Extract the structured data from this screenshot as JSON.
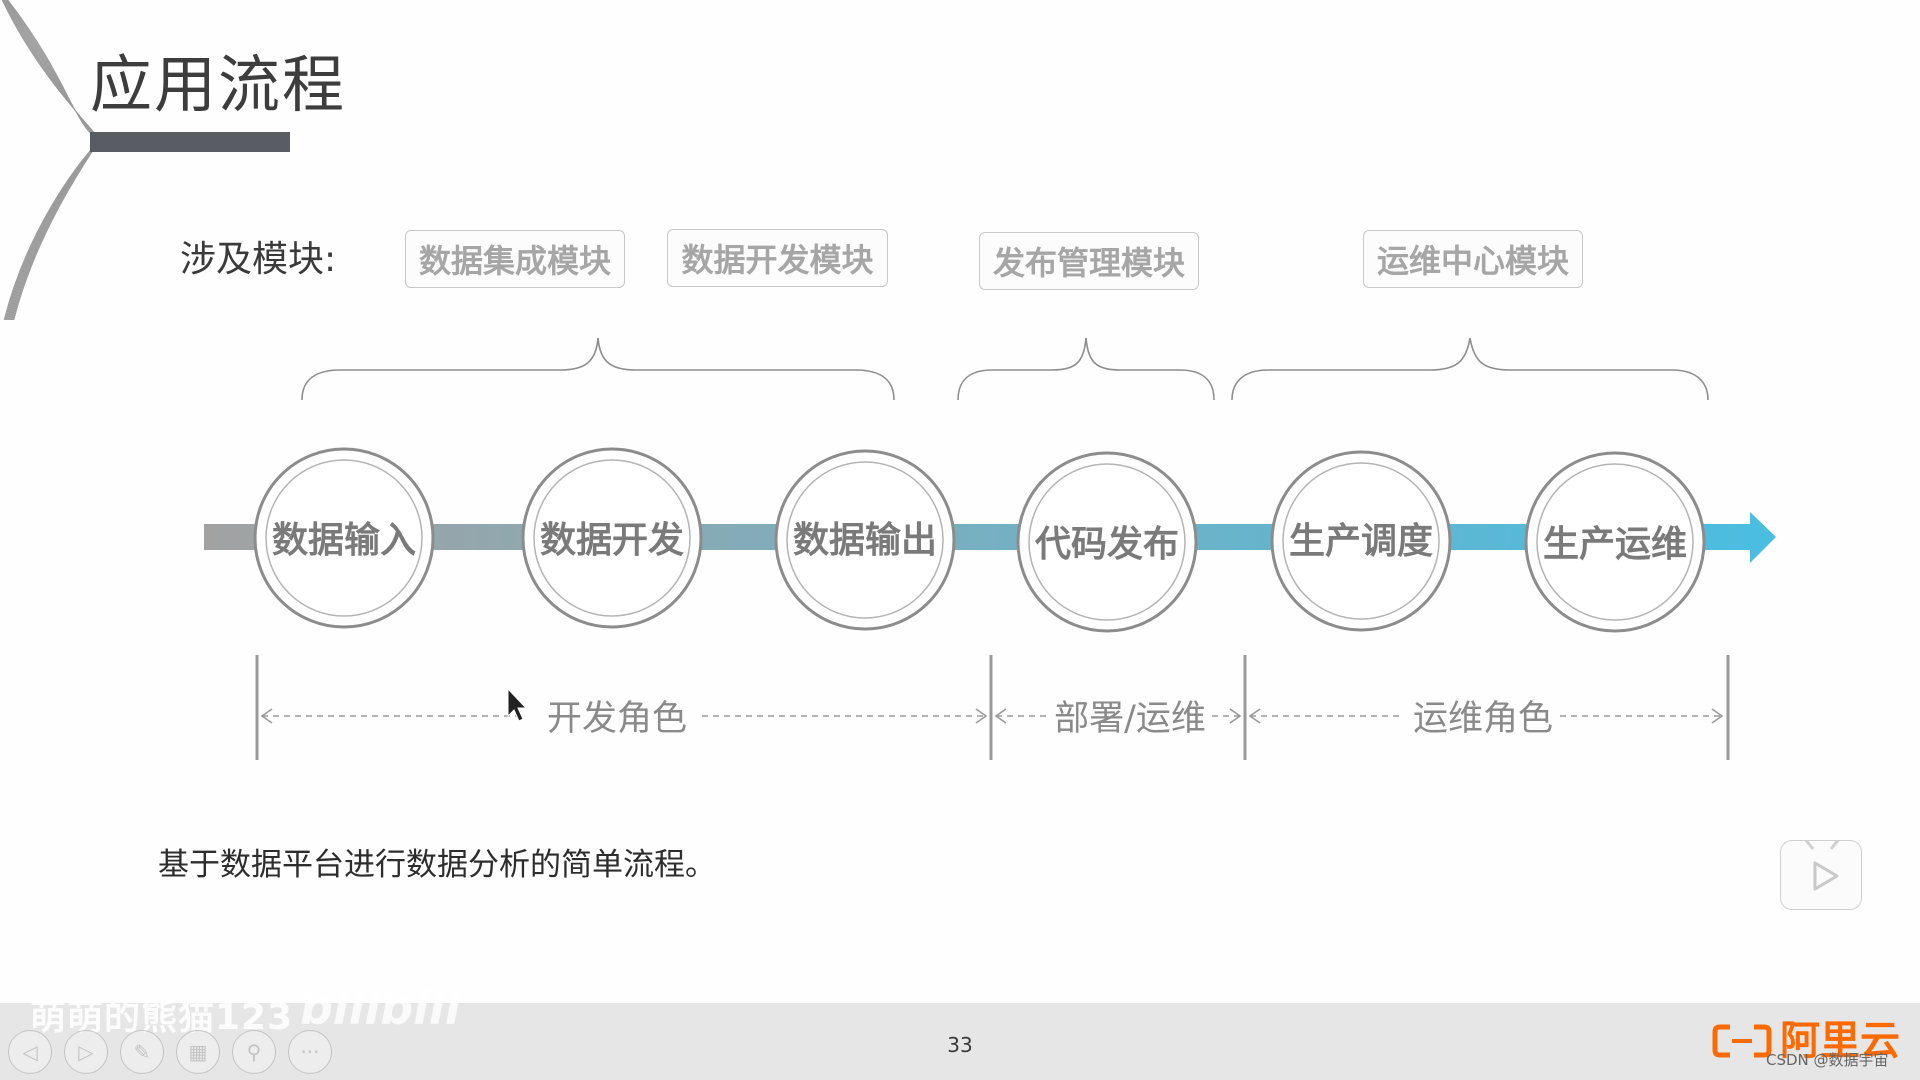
{
  "slide": {
    "title": "应用流程",
    "modules_label": "涉及模块:",
    "modules": [
      "数据集成模块",
      "数据开发模块",
      "发布管理模块",
      "运维中心模块"
    ],
    "steps": [
      "数据输入",
      "数据开发",
      "数据输出",
      "代码发布",
      "生产调度",
      "生产运维"
    ],
    "roles": [
      "开发角色",
      "部署/运维",
      "运维角色"
    ],
    "description": "基于数据平台进行数据分析的简单流程。",
    "page_number": "33"
  },
  "overlay": {
    "watermark_user": "萌萌的熊猫123",
    "watermark_logo": "bilibili",
    "brand_name": "阿里云",
    "csdn_mark": "CSDN @数据宇宙"
  },
  "colors": {
    "arrow_start": "#a2a2a2",
    "arrow_end": "#4bbde0",
    "circle_stroke": "#8c8c8c",
    "circle_text": "#7a7a7a",
    "brand": "#ff6a00"
  },
  "icons": [
    "prev-icon",
    "next-icon",
    "pen-icon",
    "grid-icon",
    "zoom-icon",
    "more-icon",
    "play-icon",
    "cursor-icon"
  ]
}
